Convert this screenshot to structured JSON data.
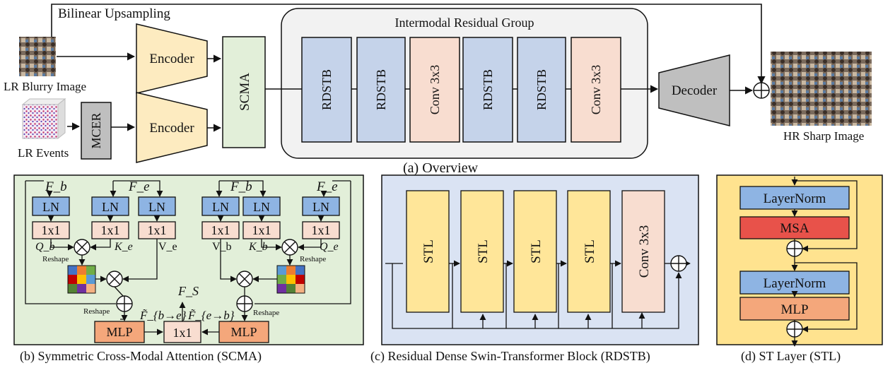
{
  "overview": {
    "upsample_label": "Bilinear Upsampling",
    "lr_blurry_label": "LR Blurry Image",
    "lr_events_label": "LR Events",
    "mcer": "MCER",
    "encoder": "Encoder",
    "scma": "SCMA",
    "group_title": "Intermodal Residual Group",
    "blocks": [
      "RDSTB",
      "RDSTB",
      "Conv 3x3",
      "RDSTB",
      "RDSTB",
      "Conv 3x3"
    ],
    "decoder": "Decoder",
    "hr_label": "HR Sharp Image",
    "caption": "(a) Overview"
  },
  "scma_panel": {
    "fb": "F_b",
    "fe": "F_e",
    "fs": "F_S",
    "ln": "LN",
    "conv1": "1x1",
    "qb": "Q_b",
    "ke": "K_e",
    "ve": "V_e",
    "vb": "V_b",
    "kb": "K_b",
    "qe": "Q_e",
    "reshape": "Reshape",
    "mlp": "MLP",
    "fb_to_e": "F̃_{b→e}",
    "fe_to_b": "F̃_{e→b}",
    "caption": "(b) Symmetric Cross-Modal Attention (SCMA)"
  },
  "rdstb_panel": {
    "stl": "STL",
    "conv": "Conv 3x3",
    "caption": "(c) Residual Dense Swin-Transformer Block (RDSTB)"
  },
  "stl_panel": {
    "layernorm": "LayerNorm",
    "msa": "MSA",
    "mlp": "MLP",
    "caption": "(d) ST Layer (STL)"
  },
  "colors": {
    "blue_block": "#c5d3ea",
    "peach_block": "#f8ddd0",
    "encoder_yellow": "#fdebc0",
    "scma_green": "#e2efd9",
    "group_bg": "#f2f2f2",
    "decoder_gray": "#bfbfbf",
    "ln_blue": "#8eb4e3",
    "mlp_orange": "#f4a77b",
    "msa_red": "#e8524a",
    "stl_yellow": "#ffe699",
    "rdstb_bg": "#dae3f3",
    "stl_bg": "#ffe38f"
  }
}
